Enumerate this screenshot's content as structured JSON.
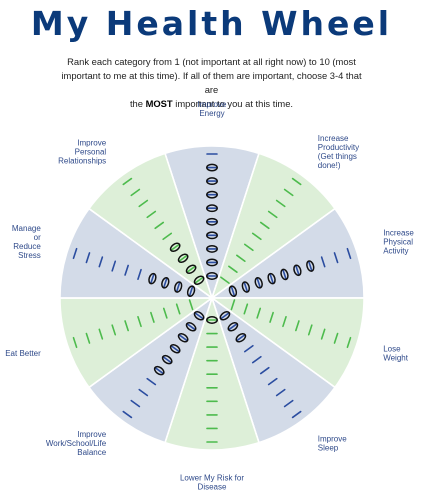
{
  "title": "My Health Wheel",
  "instructions": {
    "line1": "Rank each category from 1 (not important at all right now) to 10 (most",
    "line2": "important to me at this time). If all of them are important, choose 3-4 that are",
    "line3_before": "the ",
    "line3_bold": "MOST",
    "line3_after": " important to you at this time."
  },
  "scale": {
    "min": 1,
    "max": 10
  },
  "colors": {
    "title": "#0b3a7a",
    "label": "#2f4a8a",
    "blue_segment": "#d3dbe8",
    "green_segment": "#ddefd8",
    "blue_tick": "#2b4da0",
    "green_tick": "#4dbb4d",
    "circle_mark": "#111111"
  },
  "categories": [
    {
      "lines": [
        "Improve",
        "Energy"
      ],
      "segment": "blue",
      "circled": 9
    },
    {
      "lines": [
        "Increase",
        "Productivity",
        "(Get things",
        "done!)"
      ],
      "segment": "green",
      "circled": null
    },
    {
      "lines": [
        "Increase",
        "Physical",
        "Activity"
      ],
      "segment": "blue",
      "circled": 7
    },
    {
      "lines": [
        "Lose",
        "Weight"
      ],
      "segment": "green",
      "circled": null
    },
    {
      "lines": [
        "Improve",
        "Sleep"
      ],
      "segment": "blue",
      "circled": 3
    },
    {
      "lines": [
        "Lower My Risk for",
        "Disease"
      ],
      "segment": "green",
      "circled": 1
    },
    {
      "lines": [
        "Improve",
        "Work/School/Life",
        "Balance"
      ],
      "segment": "blue",
      "circled": 6
    },
    {
      "lines": [
        "Eat Better"
      ],
      "segment": "green",
      "circled": null
    },
    {
      "lines": [
        "Manage",
        "or",
        "Reduce",
        "Stress"
      ],
      "segment": "blue",
      "circled": 4
    },
    {
      "lines": [
        "Improve",
        "Personal",
        "Relationships"
      ],
      "segment": "green",
      "circled": 4
    }
  ]
}
